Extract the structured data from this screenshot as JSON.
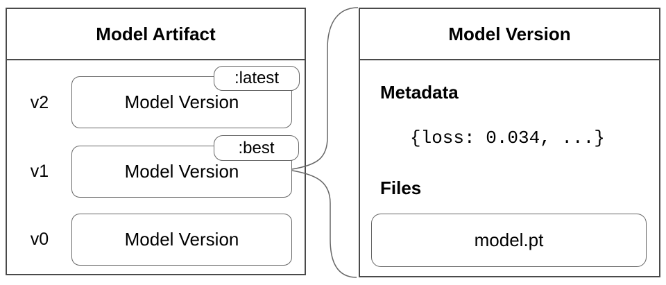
{
  "left_panel": {
    "title": "Model Artifact",
    "rows": [
      {
        "version": "v2",
        "label": "Model Version",
        "tag": ":latest"
      },
      {
        "version": "v1",
        "label": "Model Version",
        "tag": ":best"
      },
      {
        "version": "v0",
        "label": "Model Version",
        "tag": null
      }
    ]
  },
  "right_panel": {
    "title": "Model Version",
    "metadata_heading": "Metadata",
    "metadata_value": "{loss: 0.034, ...}",
    "files_heading": "Files",
    "file_name": "model.pt"
  },
  "connector": {
    "from": "v1 Model Version box",
    "to": "Model Version detail panel"
  },
  "colors": {
    "panel_border": "#4a4a4a",
    "box_border": "#666666",
    "text": "#000000",
    "background": "#ffffff"
  }
}
